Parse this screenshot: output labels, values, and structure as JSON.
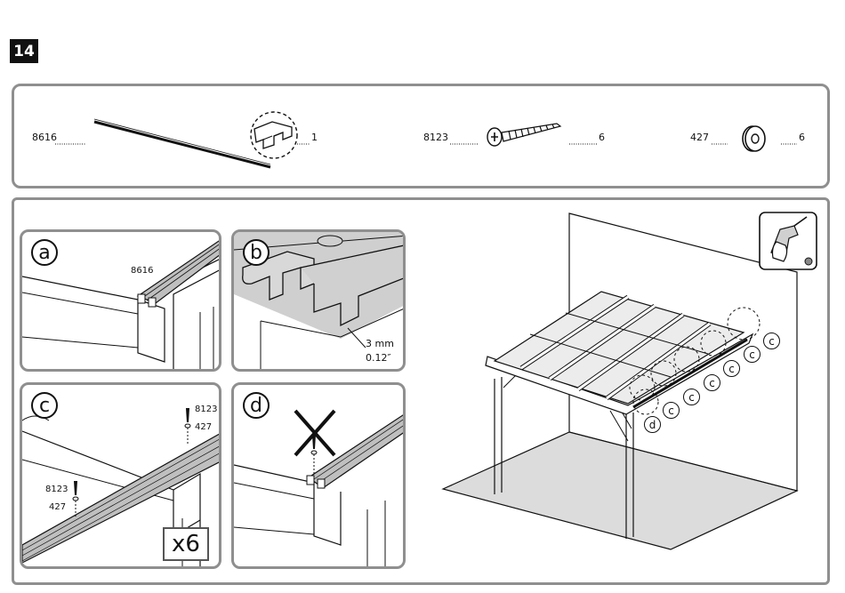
{
  "step": {
    "number": "14"
  },
  "parts": [
    {
      "code": "8616",
      "qty": "1",
      "icon": "rail-profile"
    },
    {
      "code": "8123",
      "qty": "6",
      "icon": "screw"
    },
    {
      "code": "427",
      "qty": "6",
      "icon": "washer"
    }
  ],
  "panels": {
    "a": {
      "letter": "a",
      "label": "8616"
    },
    "b": {
      "letter": "b",
      "gap_mm": "3 mm",
      "gap_in": "0.12″"
    },
    "c": {
      "letter": "c",
      "screw": "8123",
      "washer": "427",
      "screw2": "8123",
      "washer2": "427",
      "count": "x6"
    },
    "d": {
      "letter": "d"
    }
  },
  "overview": {
    "markers": [
      "c",
      "c",
      "c",
      "c",
      "c",
      "c",
      "d"
    ],
    "tool": "drill-icon"
  }
}
